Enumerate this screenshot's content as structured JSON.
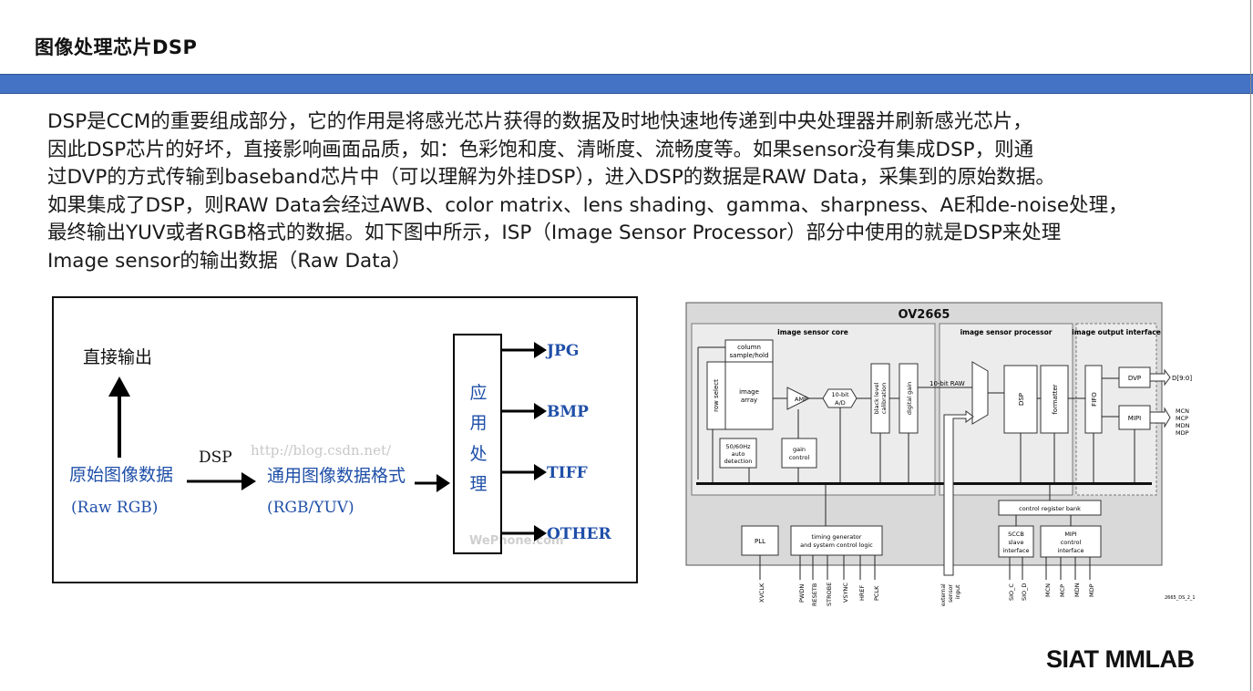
{
  "slide": {
    "title": "图像处理芯片DSP",
    "footer_logo": "SIAT MMLAB"
  },
  "body": {
    "lines": [
      "DSP是CCM的重要组成部分，它的作用是将感光芯片获得的数据及时地快速地传递到中央处理器并刷新感光芯片，",
      "因此DSP芯片的好坏，直接影响画面品质，如：色彩饱和度、清晰度、流畅度等。如果sensor没有集成DSP，则通",
      "过DVP的方式传输到baseband芯片中（可以理解为外挂DSP），进入DSP的数据是RAW Data，采集到的原始数据。",
      "如果集成了DSP，则RAW Data会经过AWB、color matrix、lens shading、gamma、sharpness、AE和de-noise处理，",
      "最终输出YUV或者RGB格式的数据。如下图中所示，ISP（Image Sensor Processor）部分中使用的就是DSP来处理",
      "Image sensor的输出数据（Raw Data）"
    ]
  },
  "flow_diagram": {
    "direct_output": "直接输出",
    "raw_data": "原始图像数据",
    "raw_rgb": "(Raw RGB)",
    "dsp_label": "DSP",
    "common_format": "通用图像数据格式",
    "rgb_yuv": "(RGB/YUV)",
    "app_chars": [
      "应",
      "用",
      "处",
      "理"
    ],
    "outputs": [
      "JPG",
      "BMP",
      "TIFF",
      "OTHER"
    ],
    "watermark_url": "http://blog.csdn.net/",
    "watermark_logo": "WePhone.com"
  },
  "block_diagram": {
    "chip": "OV2665",
    "sections": {
      "core": "image sensor core",
      "processor": "image sensor processor",
      "output": "image output interface"
    },
    "blocks": {
      "column": [
        "column",
        "sample/hold"
      ],
      "row_select": "row select",
      "image_array": [
        "image",
        "array"
      ],
      "amp": "AMP",
      "adc": [
        "10-bit",
        "A/D"
      ],
      "black_level": [
        "black level",
        "calibration"
      ],
      "digital_gain": "digital gain",
      "raw_10bit": "10-bit RAW",
      "dsp": "DSP",
      "formatter": "formatter",
      "fifo": "FIFO",
      "dvp": "DVP",
      "mipi": "MIPI",
      "detection": [
        "50/60Hz",
        "auto",
        "detection"
      ],
      "gain_control": [
        "gain",
        "control"
      ],
      "control_register": "control register bank",
      "pll": "PLL",
      "timing": [
        "timing generator",
        "and system control logic"
      ],
      "sccb": [
        "SCCB",
        "slave",
        "interface"
      ],
      "mipi_ctrl": [
        "MIPI",
        "control",
        "interface"
      ]
    },
    "outputs": {
      "d_bus": "D[9:0]",
      "mipi_pins": [
        "MCN",
        "MCP",
        "MDN",
        "MDP"
      ]
    },
    "bottom_pins": {
      "xvclk": "XVCLK",
      "timing": [
        "PWDN",
        "RESETB",
        "STROBE",
        "VSYNC",
        "HREF",
        "PCLK"
      ],
      "external": [
        "external",
        "sensor",
        "input"
      ],
      "sio": [
        "SIO_C",
        "SIO_D"
      ],
      "mipi": [
        "MCN",
        "MCP",
        "MDN",
        "MDP"
      ]
    },
    "figure_id": "2665_DS_2_1"
  }
}
